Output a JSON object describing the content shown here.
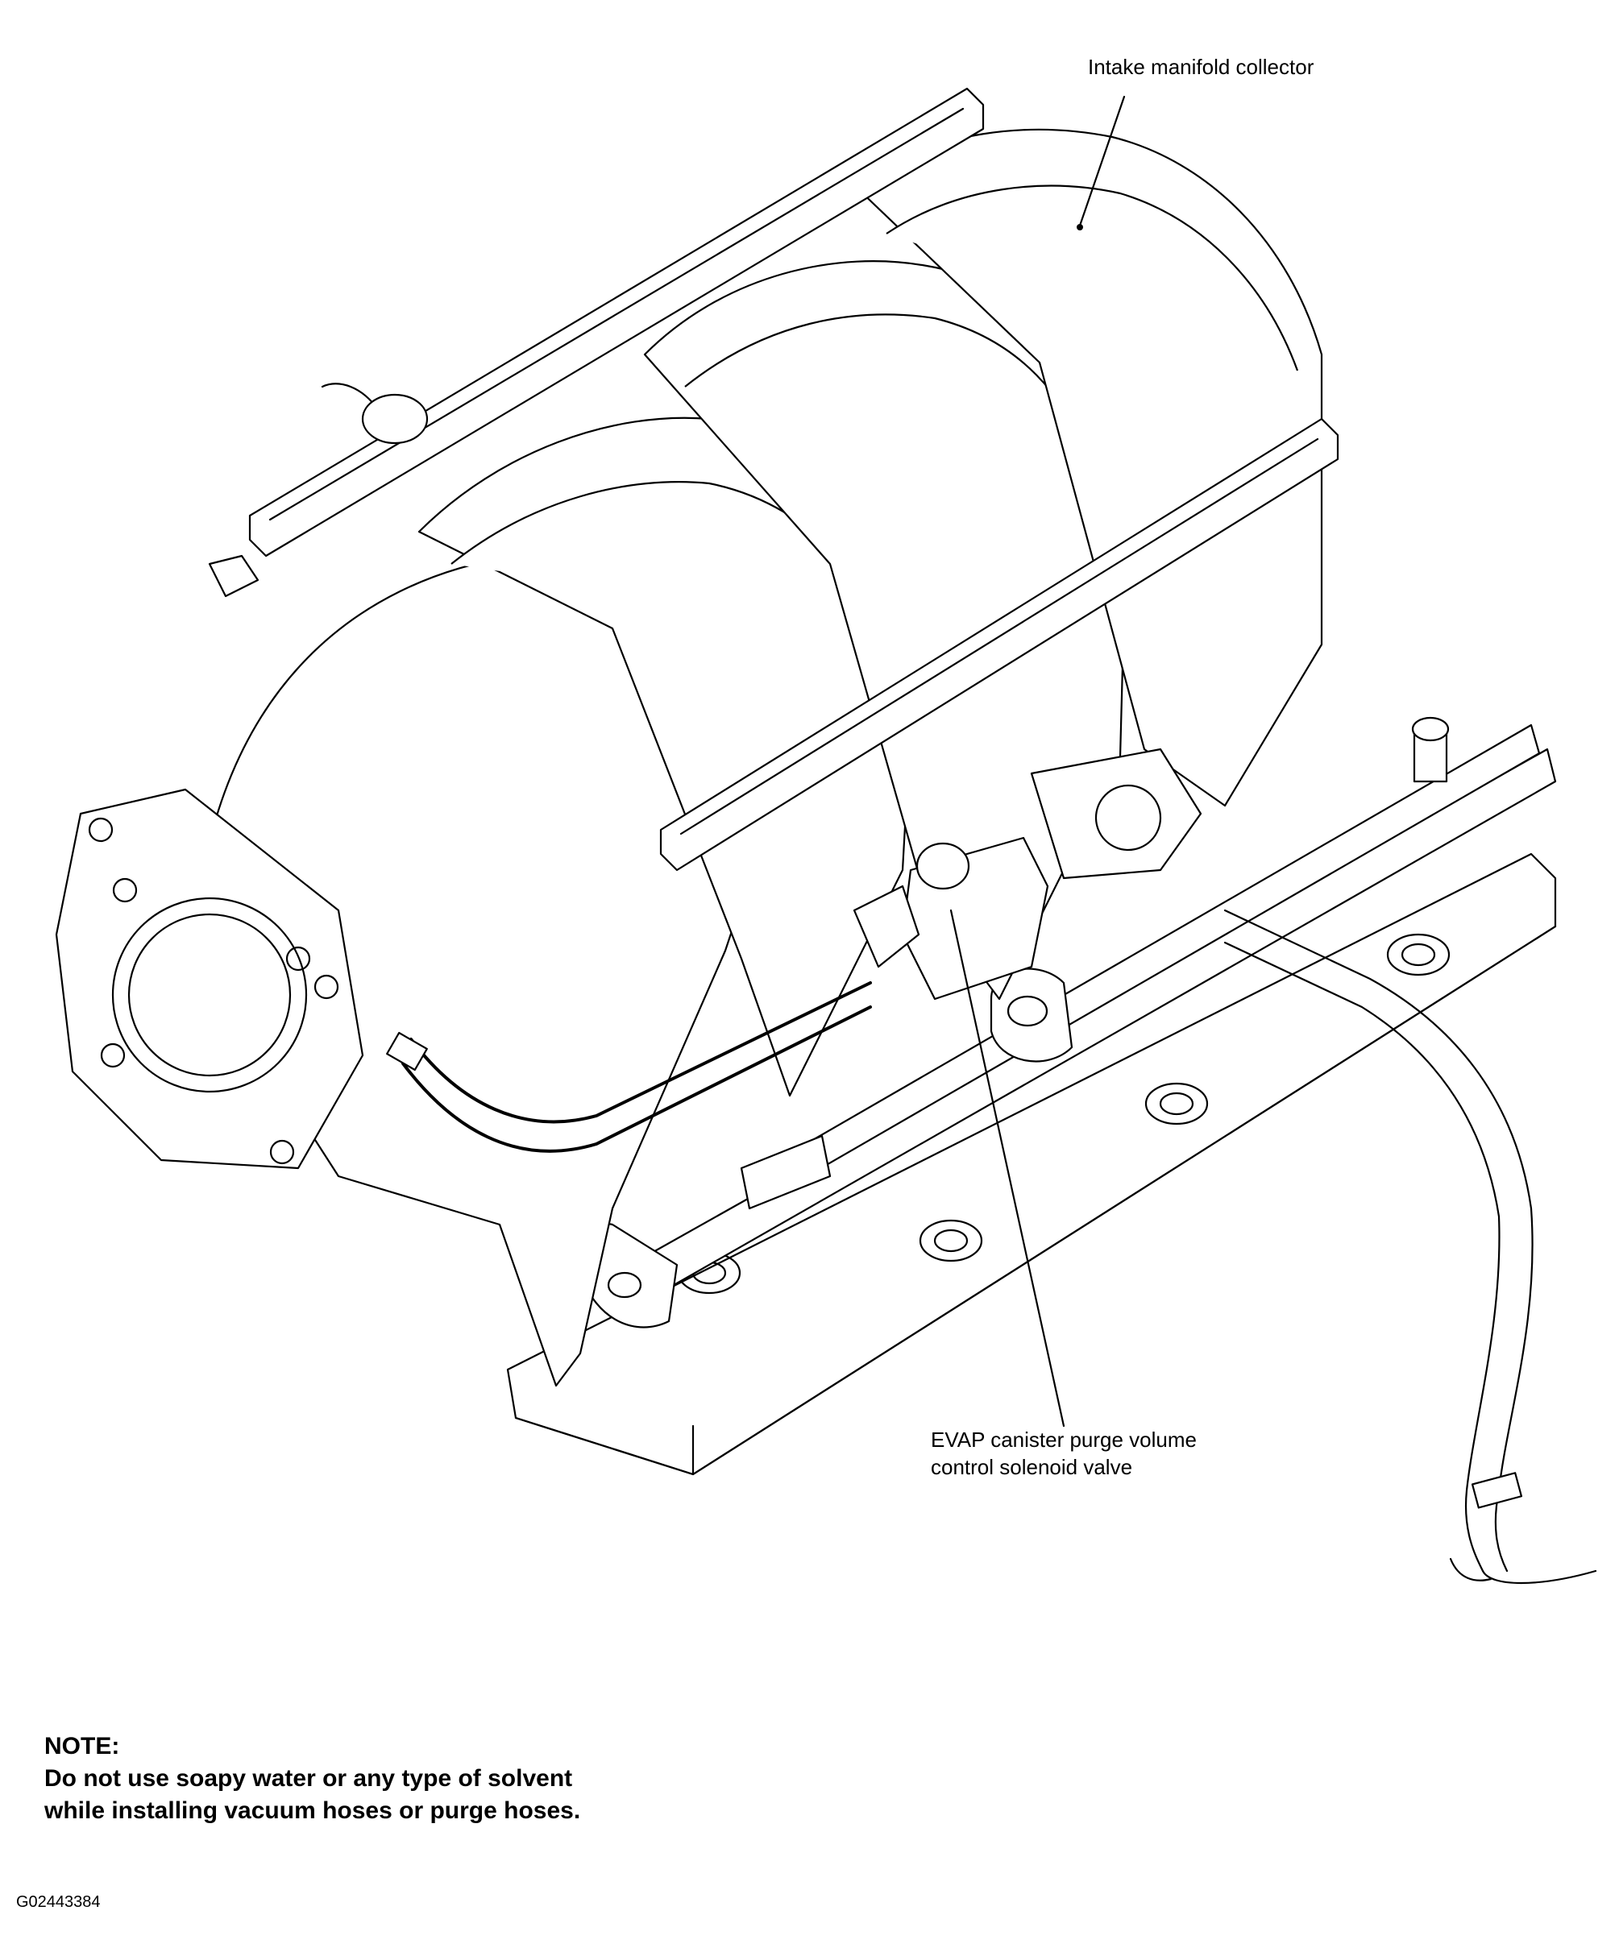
{
  "callouts": {
    "intake_manifold_collector": "Intake manifold collector",
    "evap_valve_line1": "EVAP canister purge volume",
    "evap_valve_line2": "control solenoid valve"
  },
  "note": {
    "heading": "NOTE:",
    "line1": "Do not use soapy water or any type of solvent",
    "line2": "while installing vacuum hoses or purge hoses."
  },
  "figure_id": "G02443384",
  "colors": {
    "line": "#000000",
    "background": "#ffffff"
  }
}
